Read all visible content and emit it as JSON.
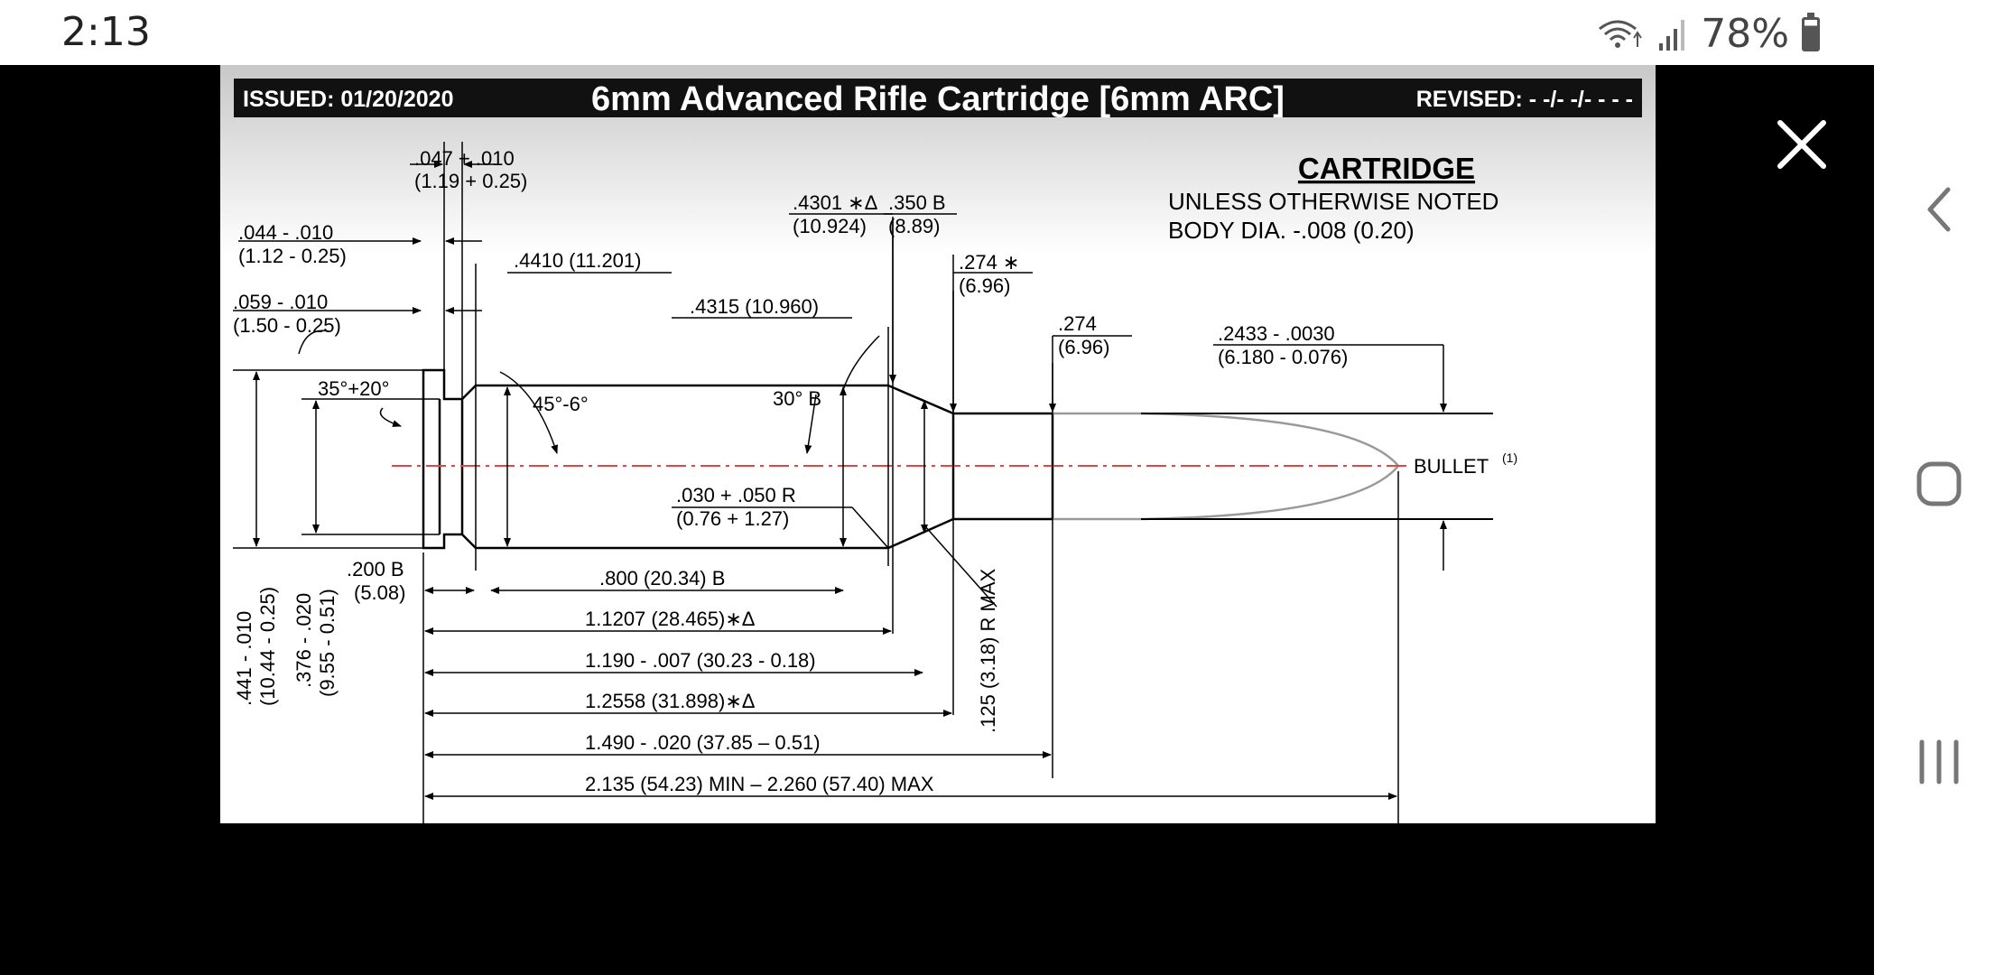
{
  "status_bar": {
    "time": "2:13",
    "battery": "78%",
    "icons": [
      "wifi-icon",
      "signal-icon",
      "battery-icon"
    ]
  },
  "nav_bar": {
    "icons": [
      "back-icon",
      "home-icon",
      "recents-icon"
    ]
  },
  "viewer": {
    "close_icon": "close-icon"
  },
  "drawing": {
    "issued": "ISSUED: 01/20/2020",
    "title": "6mm Advanced Rifle Cartridge [6mm ARC]",
    "revised": "REVISED: - -/- -/- - - -",
    "section": "CARTRIDGE",
    "note_1": "UNLESS OTHERWISE NOTED",
    "note_2": "BODY DIA. -.008 (0.20)",
    "dims": {
      "rim_thick_1": ".047 + .010",
      "rim_thick_2": "(1.19 + 0.25)",
      "rim_a_1": ".044 - .010",
      "rim_a_2": "(1.12 - 0.25)",
      "rim_b_1": ".059 - .010",
      "rim_b_2": "(1.50 - 0.25)",
      "base_dia": ".4410 (11.201)",
      "shoulder_dia_1": ".4301 ∗Δ",
      "shoulder_dia_2": "(10.924)",
      "neck_len_1": ".350 B",
      "neck_len_2": "(8.89)",
      "neck_dia_a_1": ".274 ∗",
      "neck_dia_a_2": "(6.96)",
      "neck_dia_b_1": ".274",
      "neck_dia_b_2": "(6.96)",
      "bullet_dia_1": ".2433 - .0030",
      "bullet_dia_2": "(6.180 - 0.076)",
      "body_dia": ".4315 (10.960)",
      "extractor_angle": "35°+20°",
      "bevel_angle": "45°-6°",
      "shoulder_angle": "30° B",
      "bullet_label": "BULLET",
      "bullet_sup": "(1)",
      "radius_1": ".030 + .050 R",
      "radius_2": "(0.76 + 1.27)",
      "groove_1": ".200  B",
      "groove_2": "(5.08)",
      "len_800": ".800   (20.34) B",
      "len_1_1207": "1.1207 (28.465)∗Δ",
      "len_1_190": "1.190 - .007 (30.23 - 0.18)",
      "len_1_2558": "1.2558 (31.898)∗Δ",
      "len_1_490": "1.490 - .020 (37.85 – 0.51)",
      "len_oal": "2.135 (54.23) MIN – 2.260 (57.40) MAX",
      "rim_dia": ".441 - .010",
      "rim_dia_mm": "(10.44 - 0.25)",
      "groove_dia": ".376 - .020",
      "groove_dia_mm": "(9.55 - 0.51)",
      "neck_radius": ".125 (3.18) R MAX"
    }
  }
}
